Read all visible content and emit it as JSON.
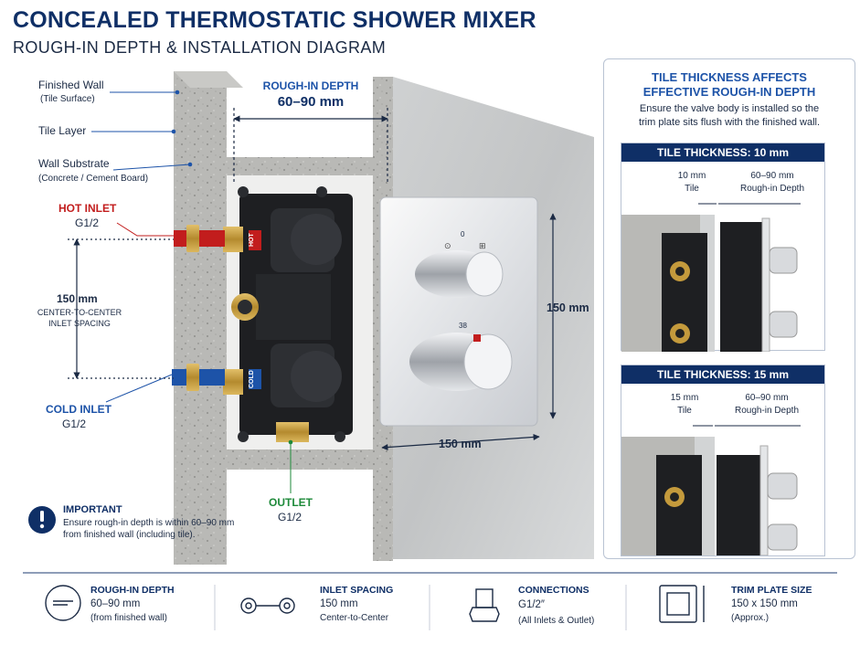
{
  "header": {
    "title": "CONCEALED THERMOSTATIC SHOWER MIXER",
    "subtitle": "ROUGH-IN DEPTH & INSTALLATION DIAGRAM"
  },
  "labels": {
    "finished_wall": "Finished Wall",
    "finished_wall_sub": "(Tile Surface)",
    "tile_layer": "Tile Layer",
    "wall_substrate": "Wall Substrate",
    "wall_substrate_sub": "(Concrete / Cement Board)",
    "hot_inlet": "HOT INLET",
    "hot_inlet_size": "G1/2",
    "spacing_value": "150 mm",
    "spacing_sub1": "CENTER-TO-CENTER",
    "spacing_sub2": "INLET SPACING",
    "cold_inlet": "COLD INLET",
    "cold_inlet_size": "G1/2",
    "rough_in_title": "ROUGH-IN DEPTH",
    "rough_in_value": "60–90 mm",
    "plate_height": "150 mm",
    "plate_width": "150 mm",
    "outlet": "OUTLET",
    "outlet_size": "G1/2",
    "hot_tag": "HOT",
    "cold_tag": "COLD",
    "dial_zero": "0",
    "dial_temp": "38"
  },
  "important": {
    "title": "IMPORTANT",
    "line1": "Ensure rough-in depth is within 60–90 mm",
    "line2": "from finished wall (including tile)."
  },
  "panel": {
    "title1": "TILE THICKNESS AFFECTS",
    "title2": "EFFECTIVE ROUGH-IN DEPTH",
    "desc1": "Ensure the valve body is installed so the",
    "desc2": "trim plate sits flush with the finished wall.",
    "case1": {
      "bar": "TILE THICKNESS: 10 mm",
      "tile": "10 mm",
      "tile_lbl": "Tile",
      "rough": "60–90 mm",
      "rough_lbl": "Rough-in Depth"
    },
    "case2": {
      "bar": "TILE THICKNESS: 15 mm",
      "tile": "15 mm",
      "tile_lbl": "Tile",
      "rough": "60–90 mm",
      "rough_lbl": "Rough-in Depth"
    }
  },
  "legend": [
    {
      "title": "ROUGH-IN DEPTH",
      "value": "60–90 mm",
      "sub": "(from finished wall)",
      "icon": "depth-icon"
    },
    {
      "title": "INLET SPACING",
      "value": "150 mm",
      "sub": "Center-to-Center",
      "icon": "spacing-icon"
    },
    {
      "title": "CONNECTIONS",
      "value": "G1/2″",
      "sub": "(All Inlets & Outlet)",
      "icon": "fitting-icon"
    },
    {
      "title": "TRIM PLATE SIZE",
      "value": "150 x 150 mm",
      "sub": "(Approx.)",
      "icon": "plate-icon"
    }
  ],
  "colors": {
    "navy": "#0f2f66",
    "hot": "#c21d1d",
    "cold": "#1d53a8",
    "outlet": "#1e8a3a",
    "brass": "#c49a3c"
  }
}
